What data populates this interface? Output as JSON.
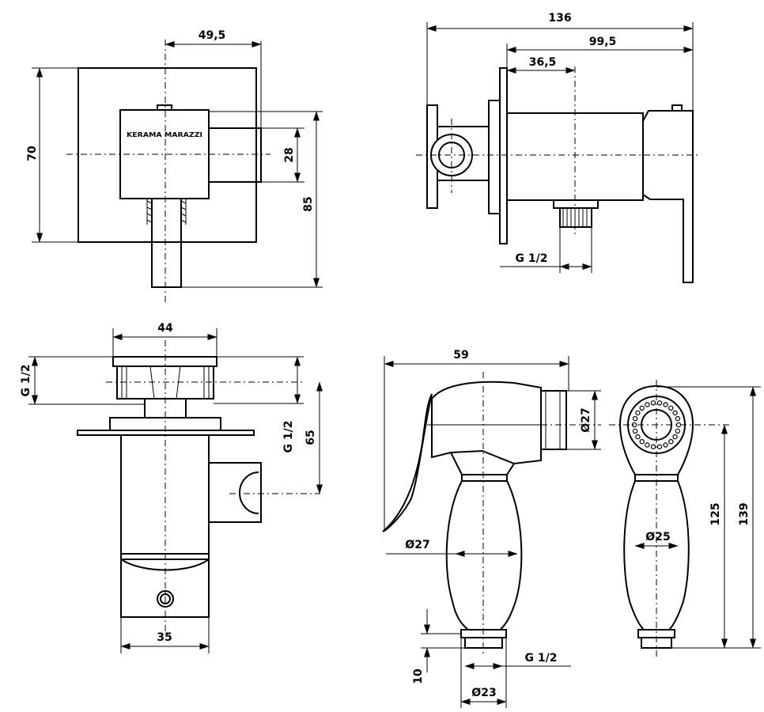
{
  "views": {
    "front": {
      "dim_width_offset": "49,5",
      "dim_plate_height": "70",
      "dim_outlet_height": "28",
      "dim_total_height": "85",
      "brand_label": "KERAMA MARAZZI"
    },
    "side": {
      "dim_total_length": "136",
      "dim_body_length": "99,5",
      "dim_outlet_offset": "36,5",
      "dim_thread": "G 1/2"
    },
    "top": {
      "dim_width": "44",
      "dim_inlet_thread": "G 1/2",
      "dim_outlet_thread": "G 1/2",
      "dim_holder_offset": "65",
      "dim_handle_width": "35"
    },
    "spray_side": {
      "dim_length": "59",
      "dim_head_diameter": "Ø27",
      "dim_grip_diameter": "Ø27",
      "dim_connector_height": "10",
      "dim_connector_diameter": "Ø23",
      "dim_connector_thread": "G 1/2"
    },
    "spray_front": {
      "dim_grip_diameter": "Ø25",
      "dim_center_height": "125",
      "dim_total_height": "139"
    }
  }
}
